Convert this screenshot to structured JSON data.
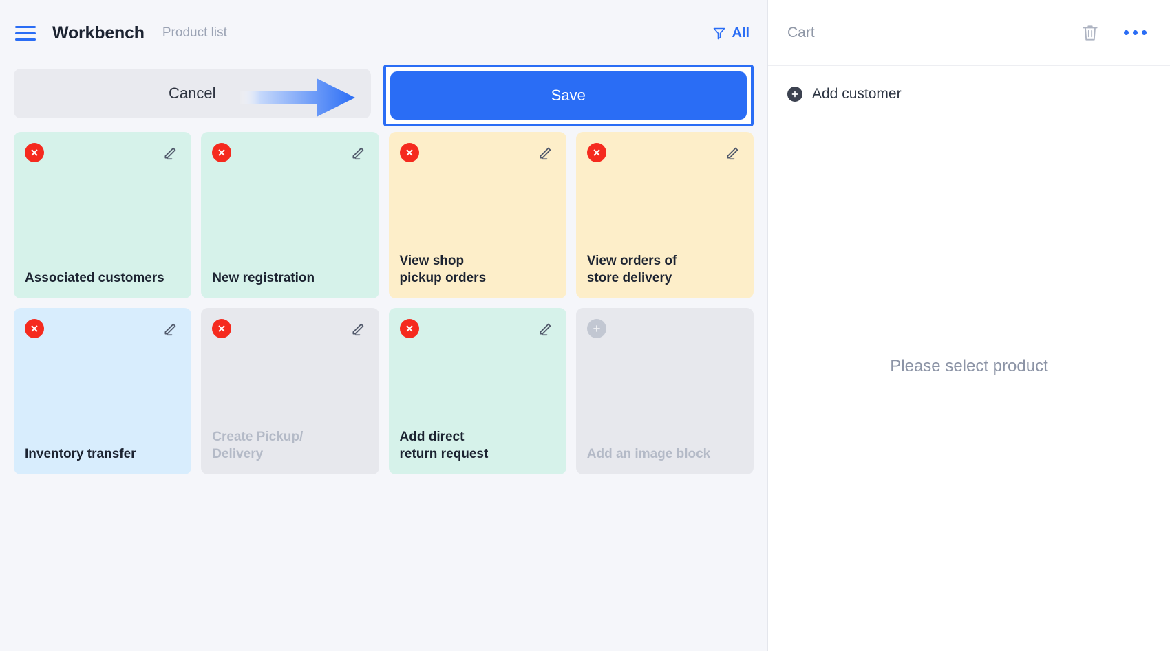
{
  "header": {
    "menu_icon": "hamburger-icon",
    "title": "Workbench",
    "breadcrumb": "Product list",
    "filter_icon": "funnel-icon",
    "filter_label": "All"
  },
  "actions": {
    "cancel_label": "Cancel",
    "save_label": "Save",
    "highlighted": "save-button",
    "annotation": "arrow-pointing-to-save"
  },
  "cards": [
    {
      "label": "Associated customers",
      "color_name": "mint",
      "color": "#d6f2ea",
      "delete_icon": "close-circle-icon",
      "action_icon": "edit-pencil-icon",
      "disabled": false
    },
    {
      "label": "New registration",
      "color_name": "mint",
      "color": "#d6f2ea",
      "delete_icon": "close-circle-icon",
      "action_icon": "edit-pencil-icon",
      "disabled": false
    },
    {
      "label": "View shop\npickup orders",
      "color_name": "yellow",
      "color": "#fdeec9",
      "delete_icon": "close-circle-icon",
      "action_icon": "edit-pencil-icon",
      "disabled": false
    },
    {
      "label": "View orders of\nstore delivery",
      "color_name": "yellow",
      "color": "#fdeec9",
      "delete_icon": "close-circle-icon",
      "action_icon": "edit-pencil-icon",
      "disabled": false
    },
    {
      "label": "Inventory transfer",
      "color_name": "blue",
      "color": "#d8edfd",
      "delete_icon": "close-circle-icon",
      "action_icon": "edit-pencil-icon",
      "disabled": false
    },
    {
      "label": "Create Pickup/\nDelivery",
      "color_name": "gray",
      "color": "#e7e8ed",
      "delete_icon": "close-circle-icon",
      "action_icon": "edit-pencil-icon",
      "disabled": true
    },
    {
      "label": "Add direct\nreturn request",
      "color_name": "mint",
      "color": "#d6f2ea",
      "delete_icon": "close-circle-icon",
      "action_icon": "edit-pencil-icon",
      "disabled": false
    },
    {
      "label": "Add an image block",
      "color_name": "gray",
      "color": "#e7e8ed",
      "delete_icon": "plus-circle-icon",
      "action_icon": null,
      "disabled": true
    }
  ],
  "cart": {
    "title": "Cart",
    "delete_icon": "trash-icon",
    "more_icon": "more-dots-icon",
    "add_customer_label": "Add customer",
    "add_customer_icon": "plus-circle-icon",
    "empty_text": "Please select product"
  },
  "colors": {
    "accent": "#2a6df5",
    "danger": "#f52a1e",
    "page_bg": "#f5f6fa",
    "panel_bg": "#ffffff",
    "muted_text": "#8f97a6"
  }
}
